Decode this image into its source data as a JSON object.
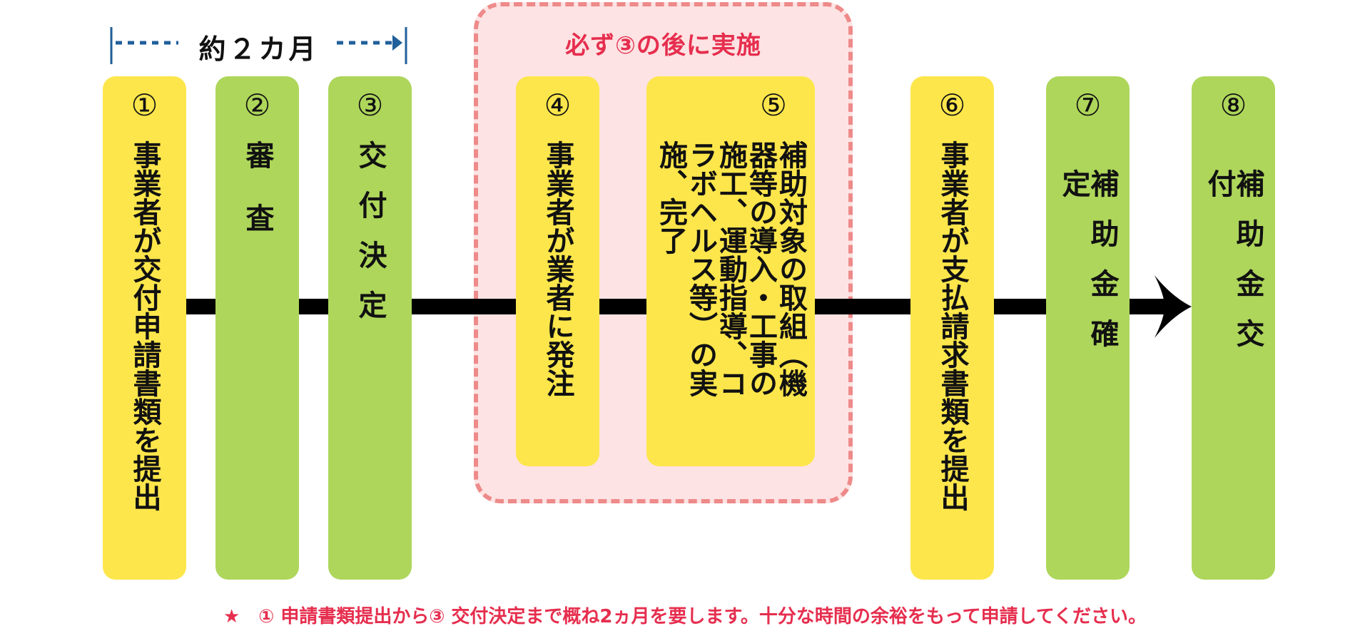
{
  "period": {
    "label": "約２カ月"
  },
  "zone": {
    "label": "必ず③の後に実施"
  },
  "steps": [
    {
      "num": "①",
      "text": "事業者が交付申請書類を提出"
    },
    {
      "num": "②",
      "text": "審査"
    },
    {
      "num": "③",
      "text": "交付決定"
    },
    {
      "num": "④",
      "text": "事業者が業者に発注"
    },
    {
      "num": "⑤",
      "text": "補助対象の取組（機器等の導入・工事の施工、運動指導、コラボヘルス等）の実施、完了"
    },
    {
      "num": "⑥",
      "text": "事業者が支払請求書類を提出"
    },
    {
      "num": "⑦",
      "text": "補助金確定"
    },
    {
      "num": "⑧",
      "text": "補助金交付"
    }
  ],
  "footnote": "★　① 申請書類提出から③ 交付決定まで概ね2ヵ月を要します。十分な時間の余裕をもって申請してください。",
  "colors": {
    "yellow_box": "#fde64b",
    "green_box": "#aed65b",
    "zone_fill": "#fde3e3",
    "zone_border": "#ee8a8a",
    "accent_red": "#e62e4e",
    "period_blue": "#1f5f9b"
  }
}
